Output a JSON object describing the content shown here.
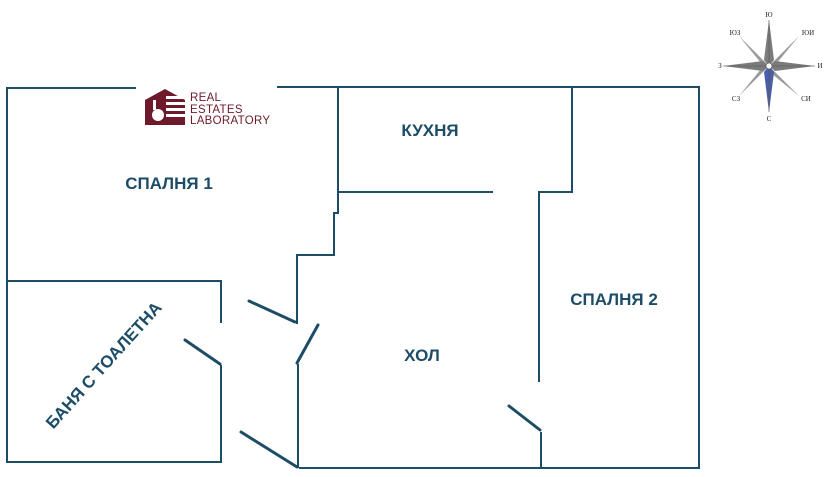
{
  "rooms": {
    "bedroom1": "СПАЛНЯ 1",
    "kitchen": "КУХНЯ",
    "bedroom2": "СПАЛНЯ 2",
    "hall": "ХОЛ",
    "bathroom": "БАНЯ С ТОАЛЕТНА"
  },
  "logo": {
    "line1": "REAL",
    "line2": "ESTATES",
    "line3": "LABORATORY",
    "color": "#6e1a2a"
  },
  "compass": {
    "n": "Ю",
    "ne": "ЮИ",
    "e": "И",
    "se": "СИ",
    "s": "С",
    "sw": "СЗ",
    "w": "З",
    "nw": "ЮЗ"
  },
  "colors": {
    "wall": "#1d4d66",
    "label": "#1d4d66",
    "compass_needle": "#4b5fa8"
  }
}
